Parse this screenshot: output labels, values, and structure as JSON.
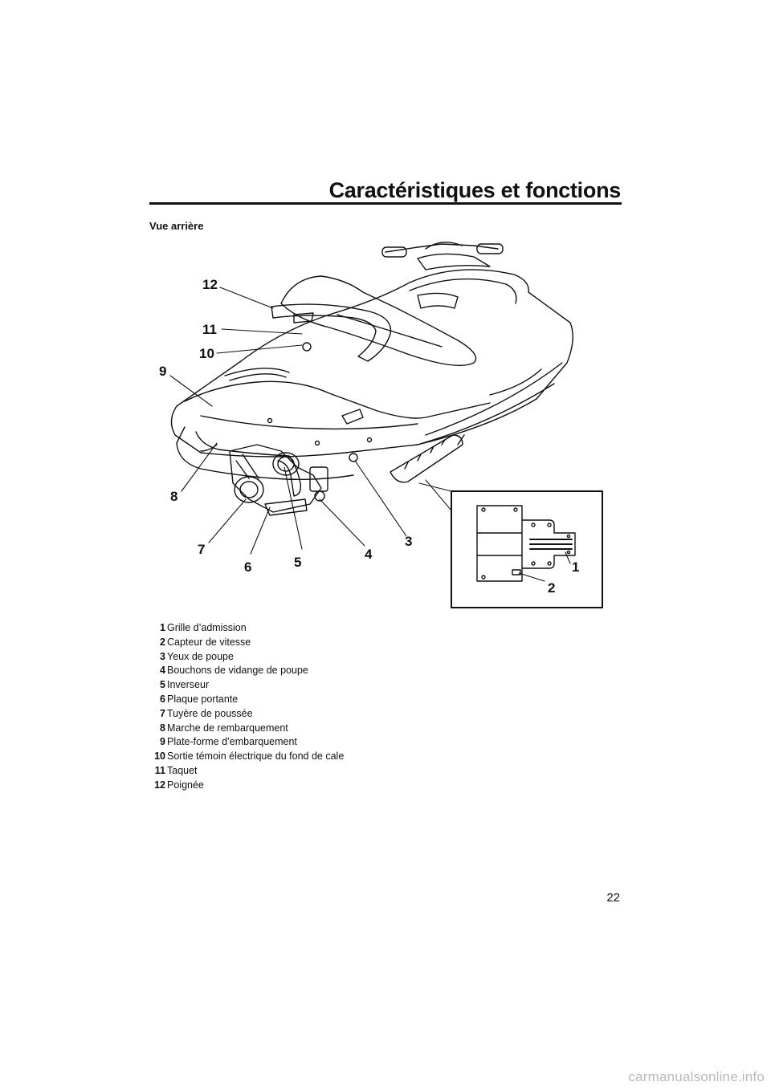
{
  "header": {
    "title": "Caractéristiques et fonctions"
  },
  "section": {
    "heading": "Vue arrière"
  },
  "callouts": [
    "1",
    "2",
    "3",
    "4",
    "5",
    "6",
    "7",
    "8",
    "9",
    "10",
    "11",
    "12"
  ],
  "legend": [
    {
      "num": "1",
      "label": "Grille d’admission"
    },
    {
      "num": "2",
      "label": "Capteur de vitesse"
    },
    {
      "num": "3",
      "label": "Yeux de poupe"
    },
    {
      "num": "4",
      "label": "Bouchons de vidange de poupe"
    },
    {
      "num": "5",
      "label": "Inverseur"
    },
    {
      "num": "6",
      "label": "Plaque portante"
    },
    {
      "num": "7",
      "label": "Tuyère de poussée"
    },
    {
      "num": "8",
      "label": "Marche de rembarquement"
    },
    {
      "num": "9",
      "label": "Plate-forme d’embarquement"
    },
    {
      "num": "10",
      "label": "Sortie témoin électrique du fond de cale"
    },
    {
      "num": "11",
      "label": "Taquet"
    },
    {
      "num": "12",
      "label": "Poignée"
    }
  ],
  "footer": {
    "page_number": "22",
    "watermark": "carmanualsonline.info"
  }
}
